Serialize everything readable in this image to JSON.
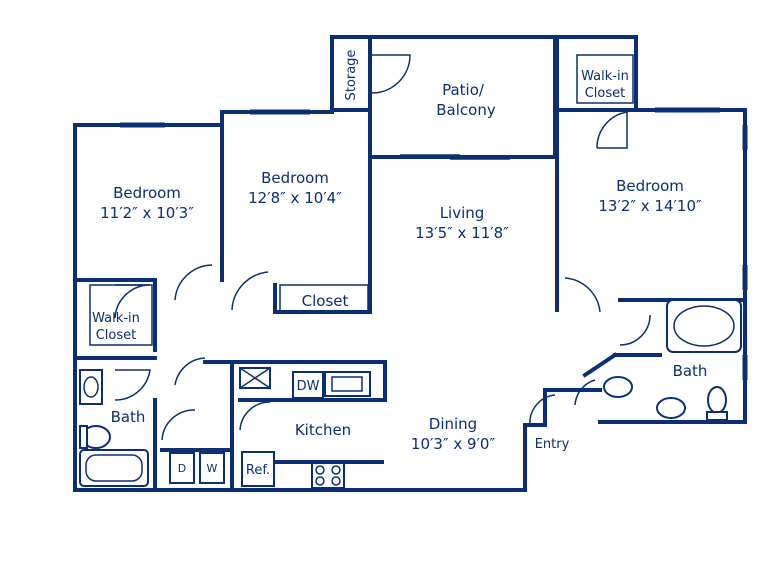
{
  "rooms": {
    "storage": "Storage",
    "patio_line1": "Patio/",
    "patio_line2": "Balcony",
    "walkin_right_line1": "Walk-in",
    "walkin_right_line2": "Closet",
    "bedroom_left_name": "Bedroom",
    "bedroom_left_size": "11′2″ x 10′3″",
    "bedroom_mid_name": "Bedroom",
    "bedroom_mid_size": "12′8″ x 10′4″",
    "living_name": "Living",
    "living_size": "13′5″ x 11′8″",
    "bedroom_right_name": "Bedroom",
    "bedroom_right_size": "13′2″ x 14′10″",
    "closet_mid": "Closet",
    "walkin_left_line1": "Walk-in",
    "walkin_left_line2": "Closet",
    "bath_right": "Bath",
    "bath_left": "Bath",
    "kitchen": "Kitchen",
    "dining_name": "Dining",
    "dining_size": "10′3″ x 9′0″",
    "entry": "Entry"
  },
  "appliances": {
    "dishwasher": "DW",
    "dryer": "D",
    "washer": "W",
    "refrigerator": "Ref."
  },
  "colors": {
    "wall": "#0b2f72",
    "background": "#ffffff"
  }
}
